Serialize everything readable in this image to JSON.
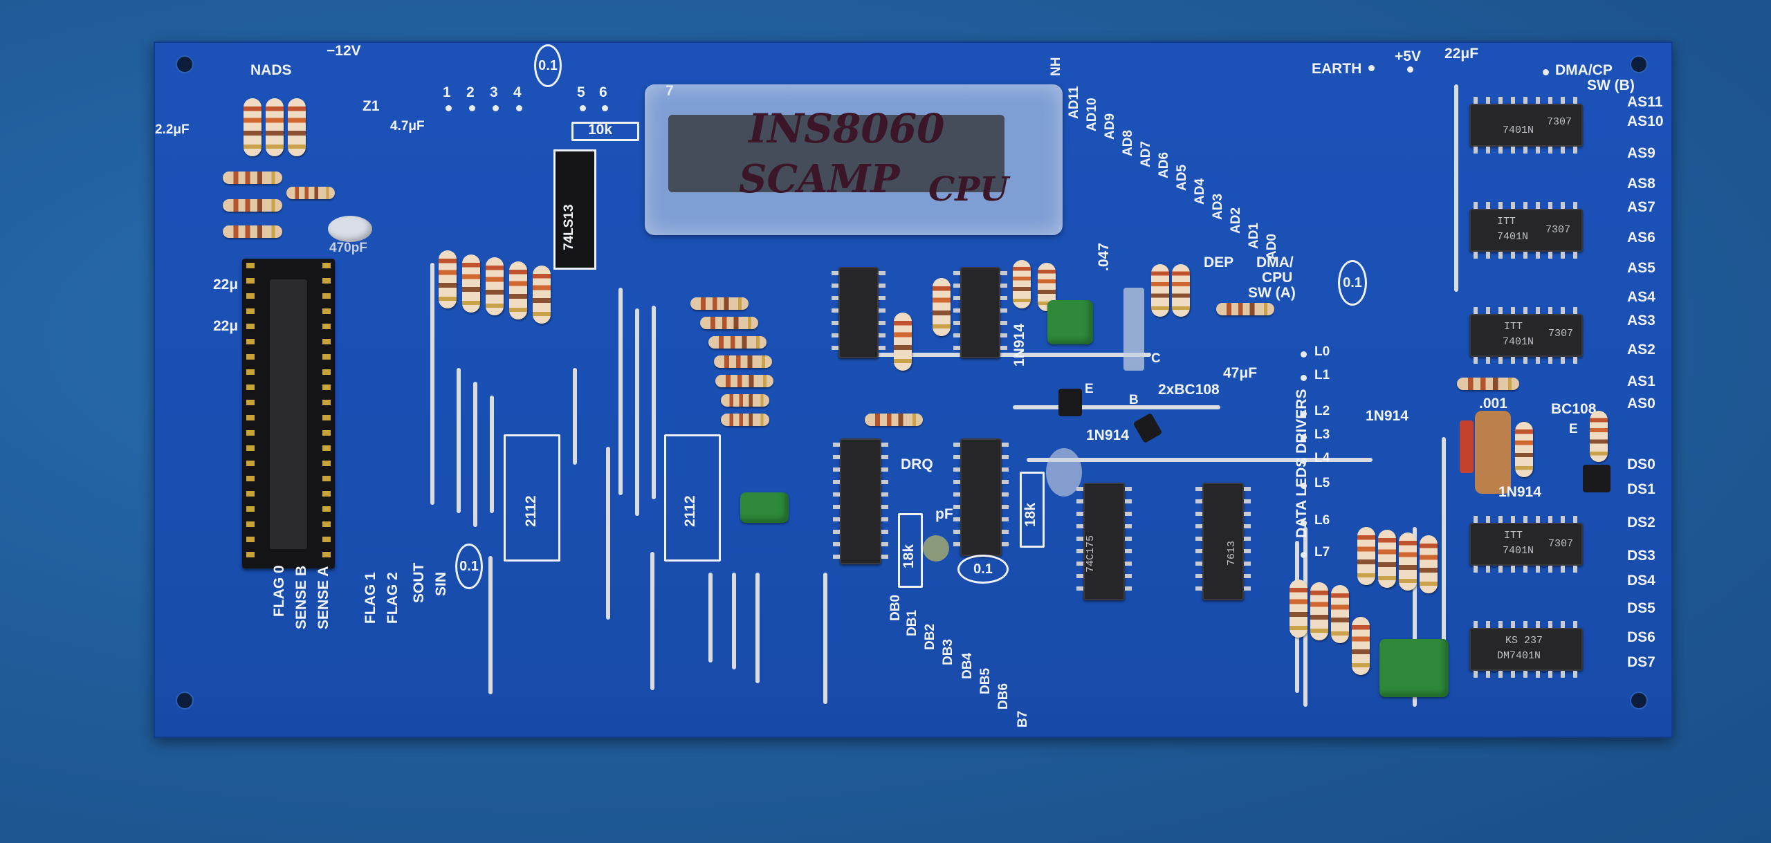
{
  "cpu_label": {
    "line1": "INS8060",
    "line2": "SCAMP",
    "line3": "CPU"
  },
  "top_labels": {
    "nads": "NADS",
    "minus12v": "−12V",
    "z1": "Z1",
    "c2_2": "2.2μF",
    "c4_7": "4.7μF",
    "pins": [
      "1",
      "2",
      "3",
      "4",
      "5",
      "6",
      "7"
    ],
    "r10k": "10k",
    "c01a": "0.1",
    "c470": "470pF",
    "ic74ls13": "74LS13",
    "nh": "NH",
    "earth": "EARTH",
    "plus5v": "+5V",
    "c22top": "22μF",
    "dmacp": "DMA/CP",
    "swb": "SW (B)"
  },
  "address_labels": [
    "AD11",
    "AD10",
    "AD9",
    "AD8",
    "AD7",
    "AD6",
    "AD5",
    "AD4",
    "AD3",
    "AD2",
    "AD1",
    "AD0"
  ],
  "as_labels": [
    "AS11",
    "AS10",
    "AS9",
    "AS8",
    "AS7",
    "AS6",
    "AS5",
    "AS4",
    "AS3",
    "AS2",
    "AS1",
    "AS0"
  ],
  "ds_labels": [
    "DS0",
    "DS1",
    "DS2",
    "DS3",
    "DS4",
    "DS5",
    "DS6",
    "DS7"
  ],
  "db_labels": [
    "DB0",
    "DB1",
    "DB2",
    "DB3",
    "DB4",
    "DB5",
    "DB6",
    "B7"
  ],
  "led_labels": [
    "L0",
    "L1",
    "L2",
    "L3",
    "L4",
    "L5",
    "L6",
    "L7"
  ],
  "bottom_left_labels": [
    "FLAG 0",
    "SENSE B",
    "SENSE A",
    "FLAG 1",
    "FLAG 2",
    "SOUT",
    "SIN"
  ],
  "mid_labels": {
    "c22a": "22μ",
    "c22b": "22μ",
    "ram1": "2112",
    "ram2": "2112",
    "drq": "DRQ",
    "r18k_a": "18k",
    "r18k_b": "18k",
    "c01b": "0.1",
    "c01c": "0.1",
    "c01d": "0.1",
    "pf": "pF",
    "dep": "DEP",
    "dmacpu": "DMA/",
    "cpu": "CPU",
    "swa": "SW (A)",
    "c047": ".047",
    "bc108x2": "2xBC108",
    "d1n914a": "1N914",
    "d1n914b": "1N914",
    "d1n914c": "1N914",
    "d1n914d": "1N914",
    "c47": "47μF",
    "data_leds": "DATA LEDS DRIVERS",
    "bc108": "BC108",
    "c001": ".001",
    "e": "E",
    "b": "B",
    "c": "C"
  },
  "chip_markings": {
    "u7401": "7401N",
    "u7307": "7307",
    "itt": "ITT",
    "u7401b": "7401N",
    "dm7401": "DM7401N",
    "ks237": "KS 237",
    "u74c175": "74C175",
    "u7613": "7613"
  }
}
